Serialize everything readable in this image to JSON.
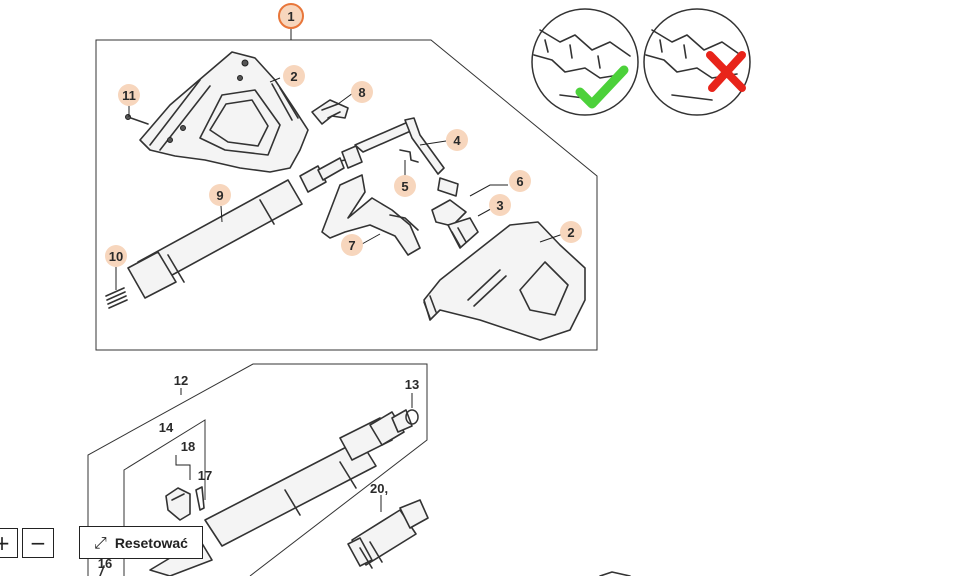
{
  "callouts": {
    "c1": "1",
    "c2a": "2",
    "c2b": "2",
    "c3": "3",
    "c4": "4",
    "c5": "5",
    "c6": "6",
    "c7": "7",
    "c8": "8",
    "c9": "9",
    "c10": "10",
    "c11": "11",
    "c12": "12",
    "c13": "13",
    "c14": "14",
    "c16": "16",
    "c17": "17",
    "c18": "18",
    "c20": "20,"
  },
  "indicators": {
    "correct_color": "#4cd13a",
    "wrong_color": "#e8241a"
  },
  "controls": {
    "zoom_in_icon": "+",
    "zoom_out_icon": "−",
    "reset_icon": "⤢",
    "reset_label": "Resetować"
  }
}
